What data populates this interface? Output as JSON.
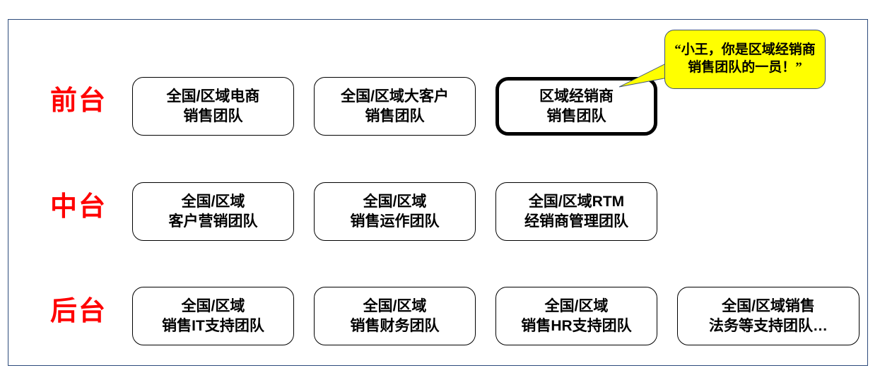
{
  "slide": {
    "frame_border_color": "#2d4b7c",
    "background": "#ffffff"
  },
  "rows": [
    {
      "label": "前台",
      "label_color": "#ff0000",
      "boxes": [
        {
          "text": "全国/区域电商\n销售团队",
          "highlighted": false
        },
        {
          "text": "全国/区域大客户\n销售团队",
          "highlighted": false
        },
        {
          "text": "区域经销商\n销售团队",
          "highlighted": true
        }
      ]
    },
    {
      "label": "中台",
      "label_color": "#ff0000",
      "boxes": [
        {
          "text": "全国/区域\n客户营销团队",
          "highlighted": false
        },
        {
          "text": "全国/区域\n销售运作团队",
          "highlighted": false
        },
        {
          "text": "全国/区域RTM\n经销商管理团队",
          "highlighted": false
        }
      ]
    },
    {
      "label": "后台",
      "label_color": "#ff0000",
      "boxes": [
        {
          "text": "全国/区域\n销售IT支持团队",
          "highlighted": false
        },
        {
          "text": "全国/区域\n销售财务团队",
          "highlighted": false
        },
        {
          "text": "全国/区域\n销售HR支持团队",
          "highlighted": false
        },
        {
          "text": "全国/区域销售\n法务等支持团队…",
          "highlighted": false
        }
      ]
    }
  ],
  "callout": {
    "text": "“小王，你是区域经销商销售团队的一员！”",
    "fill_color": "#ffff00",
    "border_color": "#3f5377",
    "points_to": "区域经销商销售团队"
  }
}
